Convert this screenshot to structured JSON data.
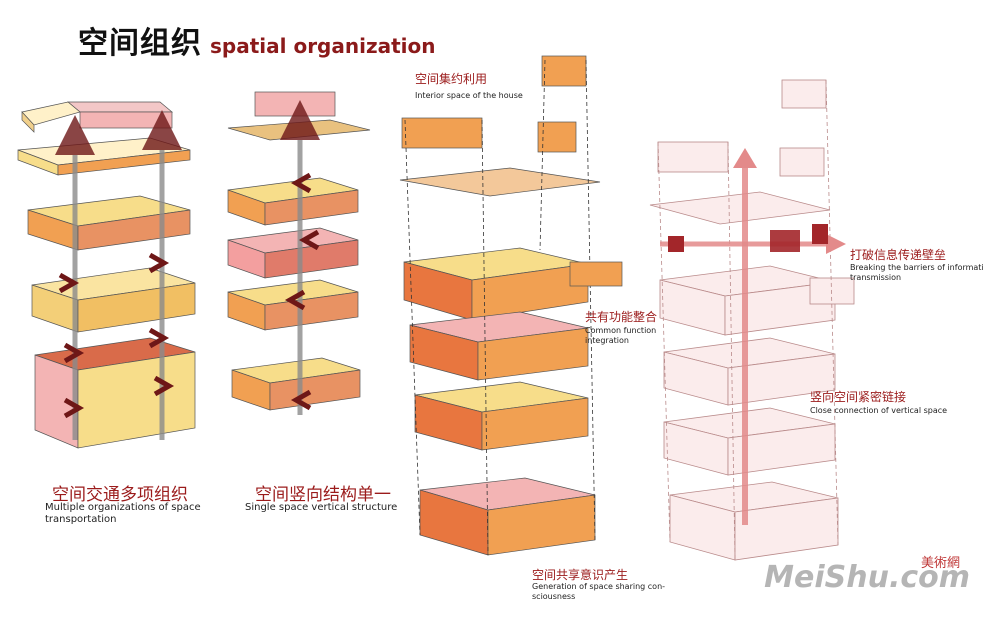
{
  "header": {
    "title_cn": "空间组织",
    "title_en": "spatial organization"
  },
  "panels": {
    "p1": {
      "caption_cn": "空间交通多项组织",
      "caption_en_1": "Multiple organizations of space",
      "caption_en_2": "transportation"
    },
    "p2": {
      "caption_cn": "空间竖向结构单一",
      "caption_en": "Single space vertical structure"
    },
    "p3": {
      "top_cn": "空间集约利用",
      "top_en": "Interior space of the house",
      "mid_cn": "共有功能整合",
      "mid_en_1": "Common function",
      "mid_en_2": "integration",
      "bottom_cn": "空间共享意识产生",
      "bottom_en_1": "Generation of space sharing con-",
      "bottom_en_2": "sciousness"
    },
    "p4": {
      "top_cn": "打破信息传递壁垒",
      "top_en_1": "Breaking the barriers of informati",
      "top_en_2": "transmission",
      "mid_cn": "竖向空间紧密链接",
      "mid_en": "Close connection of vertical space"
    }
  },
  "watermark": {
    "logo": "MeiShu.com",
    "cn": "美術網"
  },
  "colors": {
    "accent": "#9b1b1b",
    "yellow": "#f7dd8a",
    "orange": "#f1a052",
    "pink": "#f3b4b4",
    "arrow": "#6e1717",
    "ghost": "#c99a9a"
  }
}
